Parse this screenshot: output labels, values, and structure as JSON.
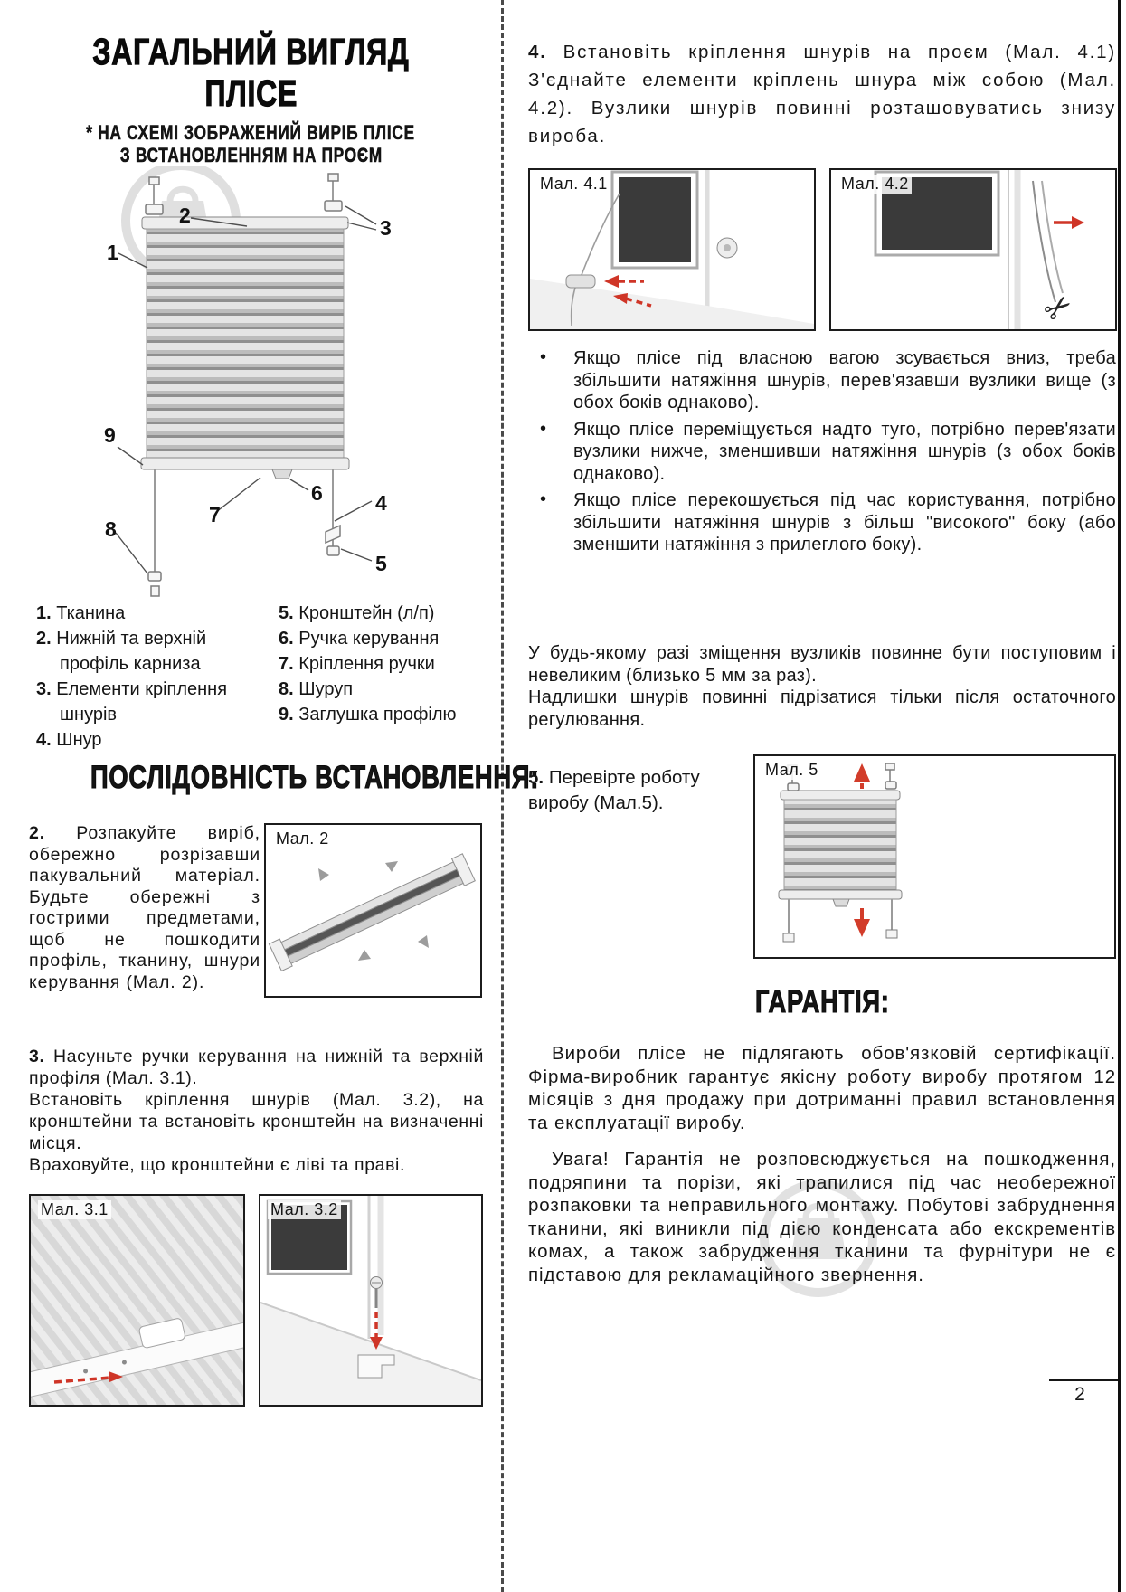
{
  "page": {
    "number": "2"
  },
  "glyphs": {
    "bullet": "•",
    "scissors": "✂"
  },
  "overview": {
    "title_line1": "ЗАГАЛЬНИЙ ВИГЛЯД",
    "title_line2": "ПЛІСЕ",
    "subtitle_line1": "* НА СХЕМІ ЗОБРАЖЕНИЙ ВИРІБ ПЛІСЕ",
    "subtitle_line2": "З ВСТАНОВЛЕННЯМ НА ПРОЄМ",
    "callouts": {
      "c1": "1",
      "c2": "2",
      "c3": "3",
      "c4": "4",
      "c5": "5",
      "c6": "6",
      "c7": "7",
      "c8": "8",
      "c9": "9"
    },
    "legend_left": [
      {
        "num": "1.",
        "text": "Тканина"
      },
      {
        "num": "2.",
        "text": "Нижній та верхній профіль карниза"
      },
      {
        "num": "3.",
        "text": "Елементи кріплення шнурів"
      },
      {
        "num": "4.",
        "text": "Шнур"
      }
    ],
    "legend_right": [
      {
        "num": "5.",
        "text": "Кронштейн (л/п)"
      },
      {
        "num": "6.",
        "text": "Ручка керування"
      },
      {
        "num": "7.",
        "text": "Кріплення ручки"
      },
      {
        "num": "8.",
        "text": "Шуруп"
      },
      {
        "num": "9.",
        "text": "Заглушка профілю"
      }
    ]
  },
  "installation": {
    "heading": "ПОСЛІДОВНІСТЬ ВСТАНОВЛЕННЯ:",
    "step2_num": "2.",
    "step2_text": "Розпакуйте виріб, обережно розрізавши пакувальний матеріал. Будьте обережні з гострими предметами, щоб не пошкодити профіль, тканину, шнури керування (Мал. 2).",
    "fig2_label": "Мал. 2",
    "step3_num": "3.",
    "step3_line1": "Насуньте ручки керування на нижній та верхній профіля (Мал. 3.1).",
    "step3_line2": "Встановіть кріплення шнурів (Мал. 3.2), на кронштейни та встановіть кронштейн на визначенні місця.",
    "step3_line3": "Враховуйте, що кронштейни є ліві та праві.",
    "fig31_label": "Мал. 3.1",
    "fig32_label": "Мал. 3.2",
    "step4_num": "4.",
    "step4_text": "Встановіть кріплення шнурів на проєм (Мал. 4.1) З'єднайте елементи кріплень шнура між собою (Мал. 4.2). Вузлики шнурів повинні розташовуватись знизу вироба.",
    "fig41_label": "Мал. 4.1",
    "fig42_label": "Мал. 4.2",
    "bullets": [
      "Якщо плісе під власною вагою зсувається вниз, треба збільшити натяжіння шнурів, перев'язавши вузлики вище (з обох боків однаково).",
      "Якщо плісе переміщується надто туго, потрібно перев'язати вузлики нижче, зменшивши натяжіння шнурів (з обох боків однаково).",
      "Якщо плісе перекошується під час користування, потрібно збільшити натяжіння шнурів з більш \"високого\" боку (або зменшити натяжіння з прилеглого боку)."
    ],
    "note_line1": "У будь-якому разі зміщення вузликів повинне бути поступовим і невеликим (близько 5 мм за раз).",
    "note_line2": "Надлишки шнурів повинні підрізатися тільки після остаточного регулювання.",
    "step5_num": "5.",
    "step5_text": "Перевірте роботу виробу (Мал.5).",
    "fig5_label": "Мал. 5"
  },
  "warranty": {
    "heading": "ГАРАНТІЯ:",
    "p1": "Вироби плісе не підлягають обов'язковій сертифікації. Фірма-виробник гарантує якісну роботу виробу протягом 12 місяців з дня продажу при дотриманні правил встановлення та експлуатації виробу.",
    "p2": "Увага! Гарантія не розповсюджується на пошкодження, подряпини та порізи, які трапилися під час необережної розпаковки та неправильного монтажу. Побутові забруднення тканини, які виникли під дією конденсата або екскрементів комах, а також забрудження тканини та фурнітури не є підставою для рекламаційного звернення."
  }
}
